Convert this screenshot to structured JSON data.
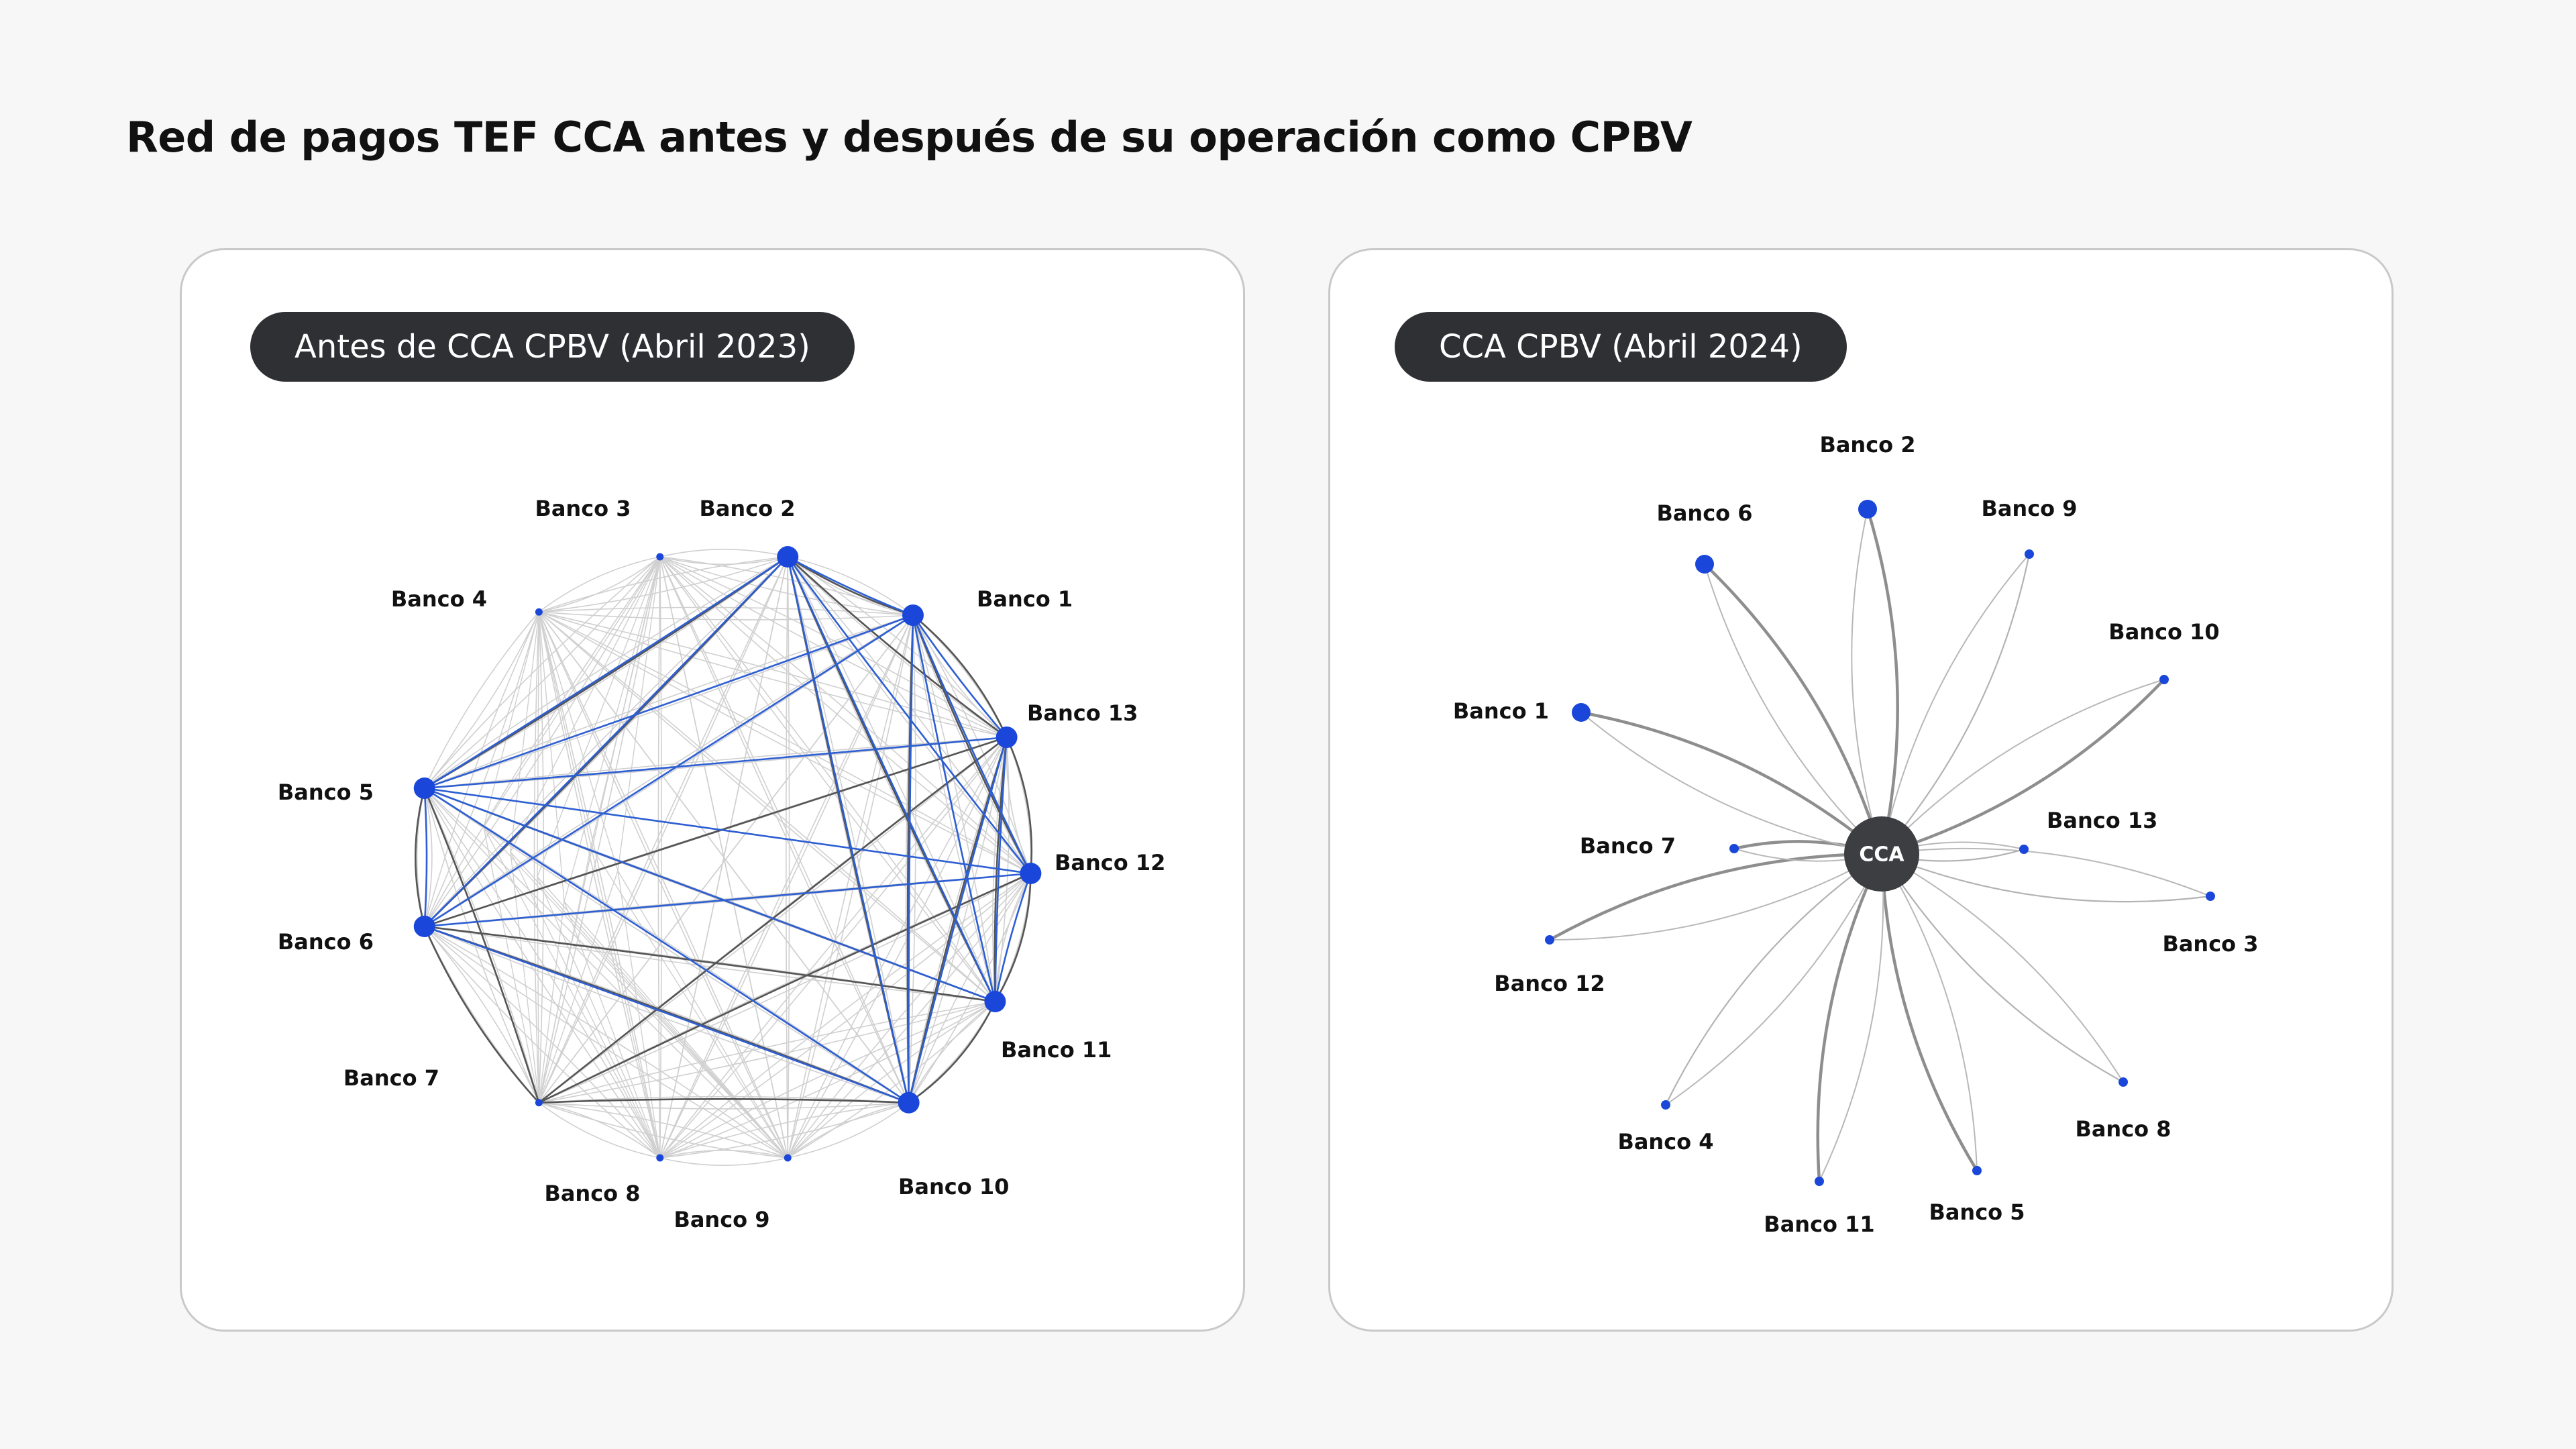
{
  "title": "Red de pagos TEF CCA antes y después de su operación como CPBV",
  "colors": {
    "node": "#1a47d9",
    "hub": "#3d3e42",
    "edge_blue": "#2d5fd3",
    "edge_dark": "#555555",
    "edge_light": "#d0d0d0",
    "edge_mid": "#a0a0a0"
  },
  "panels": {
    "before": {
      "label": "Antes de CCA CPBV (Abril 2023)",
      "nodes": [
        {
          "id": "b1",
          "label": "Banco 1",
          "size": "large"
        },
        {
          "id": "b13",
          "label": "Banco 13",
          "size": "large"
        },
        {
          "id": "b12",
          "label": "Banco 12",
          "size": "large"
        },
        {
          "id": "b11",
          "label": "Banco 11",
          "size": "large"
        },
        {
          "id": "b10",
          "label": "Banco 10",
          "size": "large"
        },
        {
          "id": "b9",
          "label": "Banco 9",
          "size": "small"
        },
        {
          "id": "b8",
          "label": "Banco 8",
          "size": "small"
        },
        {
          "id": "b7",
          "label": "Banco 7",
          "size": "small"
        },
        {
          "id": "b6",
          "label": "Banco 6",
          "size": "large"
        },
        {
          "id": "b5",
          "label": "Banco 5",
          "size": "large"
        },
        {
          "id": "b4",
          "label": "Banco 4",
          "size": "small"
        },
        {
          "id": "b3",
          "label": "Banco 3",
          "size": "small"
        },
        {
          "id": "b2",
          "label": "Banco 2",
          "size": "large"
        }
      ]
    },
    "after": {
      "label": "CCA CPBV (Abril 2024)",
      "hub_label": "CCA",
      "nodes": [
        {
          "id": "b2",
          "label": "Banco 2",
          "size": "large",
          "weight": "heavy"
        },
        {
          "id": "b9",
          "label": "Banco 9",
          "size": "small",
          "weight": "light"
        },
        {
          "id": "b10",
          "label": "Banco 10",
          "size": "small",
          "weight": "heavy"
        },
        {
          "id": "b13",
          "label": "Banco 13",
          "size": "small",
          "weight": "light"
        },
        {
          "id": "b3",
          "label": "Banco 3",
          "size": "small",
          "weight": "light"
        },
        {
          "id": "b8",
          "label": "Banco 8",
          "size": "small",
          "weight": "light"
        },
        {
          "id": "b5",
          "label": "Banco 5",
          "size": "small",
          "weight": "heavy"
        },
        {
          "id": "b11",
          "label": "Banco 11",
          "size": "small",
          "weight": "heavy"
        },
        {
          "id": "b4",
          "label": "Banco 4",
          "size": "small",
          "weight": "light"
        },
        {
          "id": "b12",
          "label": "Banco 12",
          "size": "small",
          "weight": "heavy"
        },
        {
          "id": "b7",
          "label": "Banco 7",
          "size": "small",
          "weight": "heavy"
        },
        {
          "id": "b1",
          "label": "Banco 1",
          "size": "large",
          "weight": "heavy"
        },
        {
          "id": "b6",
          "label": "Banco 6",
          "size": "large",
          "weight": "heavy"
        }
      ]
    }
  }
}
